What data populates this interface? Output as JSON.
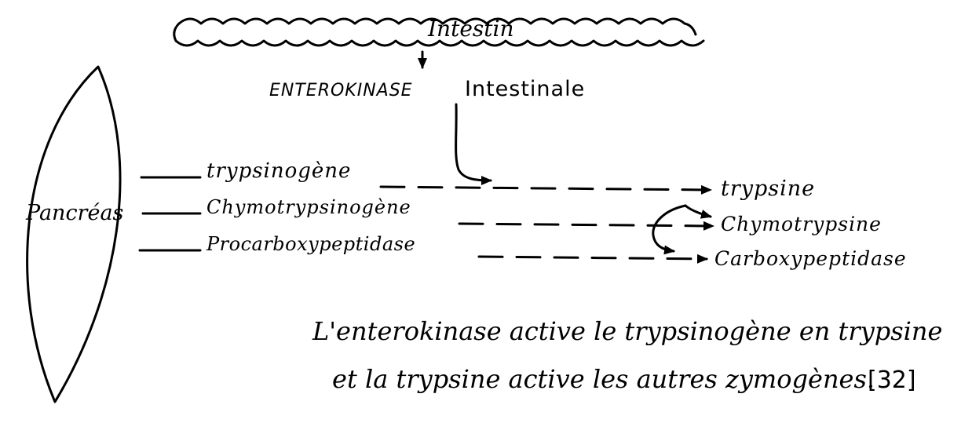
{
  "intestine": {
    "label": "Intestin"
  },
  "enzyme": {
    "name": "ENTEROKINASE",
    "qualifier": "Intestinale"
  },
  "organ": {
    "label": "Pancréas"
  },
  "zymogens": [
    {
      "name": "trypsinogène",
      "active": "trypsine"
    },
    {
      "name": "Chymotrypsinogène",
      "active": "Chymotrypsine"
    },
    {
      "name": "Procarboxypeptidase",
      "active": "Carboxypeptidase"
    }
  ],
  "caption": {
    "line1": "L'enterokinase active le trypsinogène en trypsine",
    "line2": "et la trypsine active les autres zymogènes.",
    "reference": "[32]"
  },
  "colors": {
    "ink": "#000000",
    "background": "#ffffff"
  }
}
